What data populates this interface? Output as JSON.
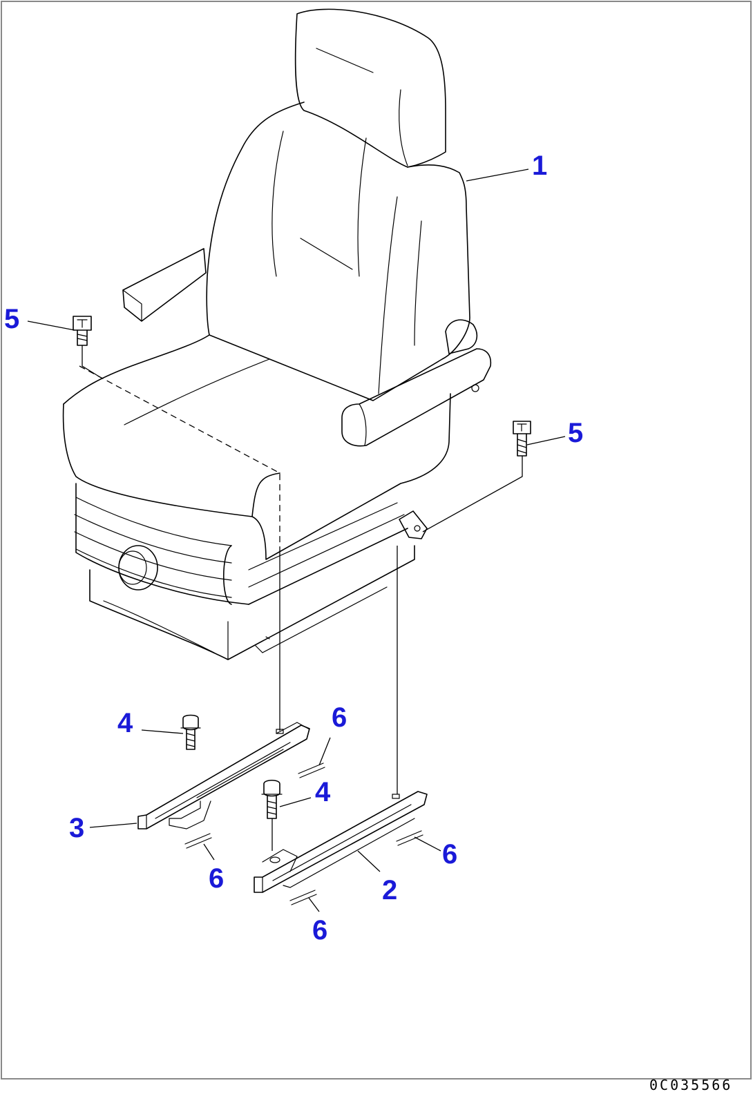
{
  "callouts": {
    "c1": "1",
    "c2": "2",
    "c3": "3",
    "c4a": "4",
    "c4b": "4",
    "c5a": "5",
    "c5b": "5",
    "c6a": "6",
    "c6b": "6",
    "c6c": "6",
    "c6d": "6"
  },
  "drawing_code": "0C035566",
  "colors": {
    "callout": "#1a1ad8",
    "line": "#000000",
    "frame": "#888888"
  }
}
